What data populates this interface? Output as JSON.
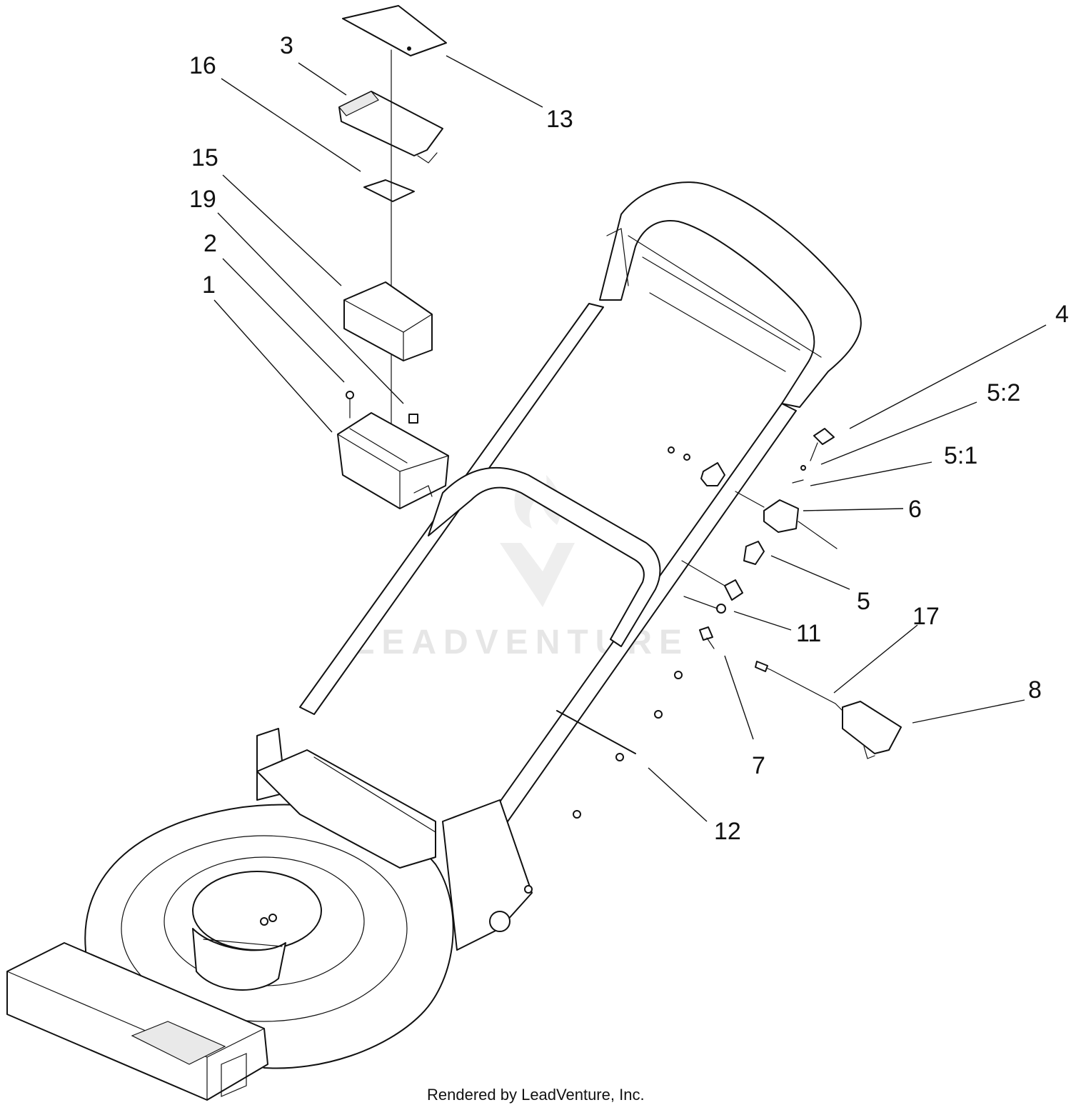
{
  "watermark": "LEADVENTURE",
  "footer_credit": "Rendered by LeadVenture, Inc.",
  "callouts": [
    {
      "id": "3",
      "label": "3"
    },
    {
      "id": "16",
      "label": "16"
    },
    {
      "id": "13",
      "label": "13"
    },
    {
      "id": "15",
      "label": "15"
    },
    {
      "id": "19",
      "label": "19"
    },
    {
      "id": "2",
      "label": "2"
    },
    {
      "id": "1",
      "label": "1"
    },
    {
      "id": "4",
      "label": "4"
    },
    {
      "id": "5-2",
      "label": "5:2"
    },
    {
      "id": "5-1",
      "label": "5:1"
    },
    {
      "id": "6",
      "label": "6"
    },
    {
      "id": "5",
      "label": "5"
    },
    {
      "id": "17",
      "label": "17"
    },
    {
      "id": "11",
      "label": "11"
    },
    {
      "id": "8",
      "label": "8"
    },
    {
      "id": "7",
      "label": "7"
    },
    {
      "id": "12",
      "label": "12"
    }
  ]
}
